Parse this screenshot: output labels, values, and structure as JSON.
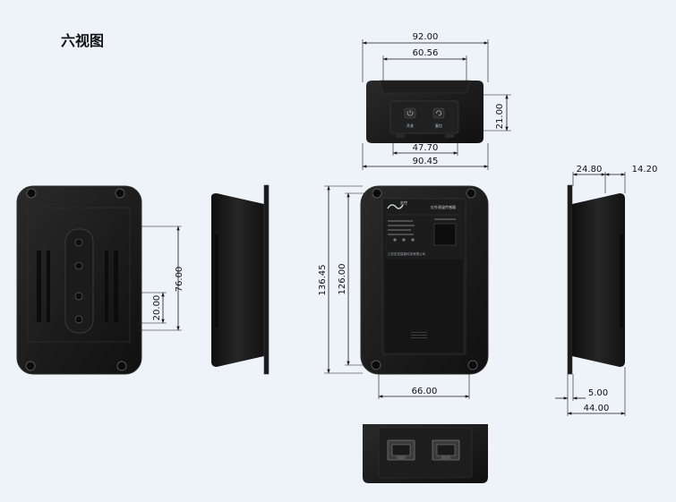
{
  "title": "六视图",
  "colors": {
    "background": "#edf3f8",
    "body": "#161616",
    "body_edge": "#2b2b2b",
    "panel": "#1e1e1e",
    "dimension": "#1a1a1a"
  },
  "top_view": {
    "dims": {
      "w1": "92.00",
      "w2": "60.56",
      "h": "21.00",
      "w3": "47.70",
      "w4": "90.45"
    },
    "buttons": [
      "开关",
      "复位"
    ]
  },
  "back_view": {
    "dims": {
      "h1": "76.00",
      "h2": "20.00"
    }
  },
  "front_view": {
    "dims": {
      "h1": "136.45",
      "h2": "126.00",
      "w1": "66.00"
    },
    "label": {
      "brand": "宏控",
      "product": "红外测温传感器",
      "company": "江苏宏控智能科技有限公司"
    }
  },
  "right_view": {
    "dims": {
      "d1": "24.80",
      "d2": "14.20",
      "d3": "5.00",
      "d4": "44.00"
    }
  }
}
